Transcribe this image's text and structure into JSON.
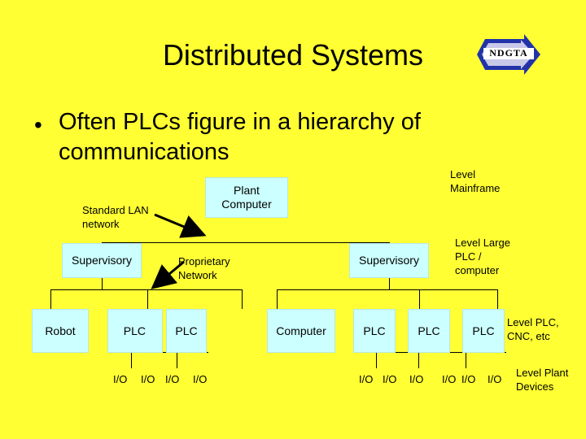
{
  "title": "Distributed Systems",
  "logo_text": "NDGTA",
  "bullet": "Often PLCs figure in a hierarchy of communications",
  "nodes": {
    "plant_computer": "Plant Computer",
    "supervisory_left": "Supervisory",
    "supervisory_right": "Supervisory",
    "robot": "Robot",
    "plc_1": "PLC",
    "plc_2": "PLC",
    "computer": "Computer",
    "plc_3": "PLC",
    "plc_4": "PLC",
    "plc_5": "PLC"
  },
  "labels": {
    "standard_lan": "Standard LAN network",
    "proprietary": "Proprietary Network",
    "level_mainframe": "Level Mainframe",
    "level_large_plc": "Level Large PLC / computer",
    "level_plc_cnc": "Level PLC, CNC, etc",
    "level_devices": "Level Plant Devices"
  },
  "io": [
    "I/O",
    "I/O",
    "I/O",
    "I/O",
    "I/O",
    "I/O",
    "I/O",
    "I/O",
    "I/O",
    "I/O"
  ],
  "colors": {
    "background": "#ffff33",
    "node_fill": "#ccffff"
  }
}
